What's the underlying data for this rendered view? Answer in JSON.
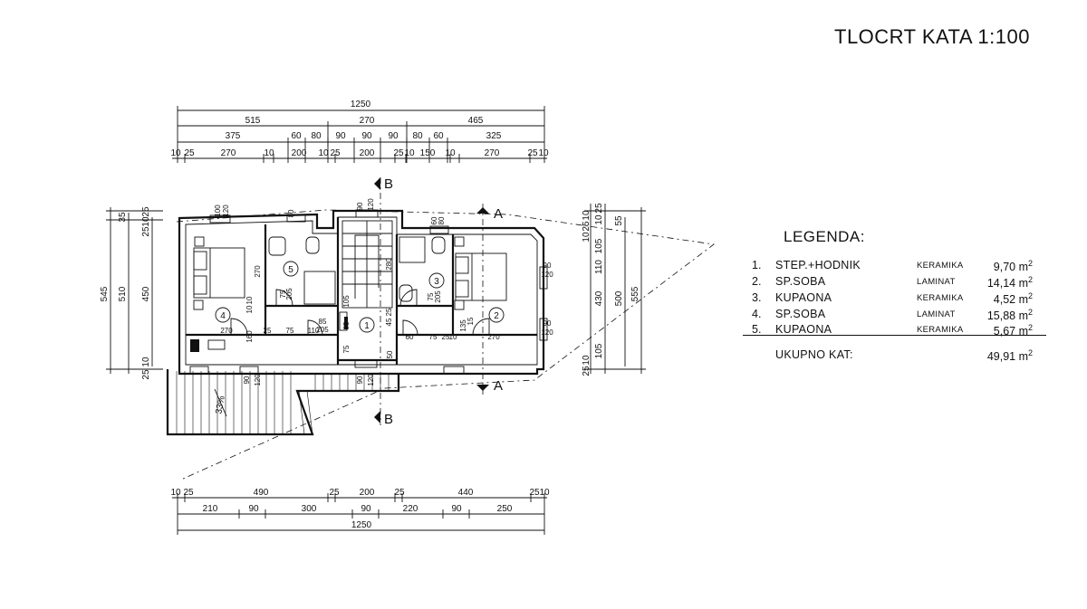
{
  "title": "TLOCRT KATA 1:100",
  "dimensions": {
    "top": {
      "total": "1250",
      "row2": [
        "515",
        "270",
        "465"
      ],
      "row3": [
        "375",
        "60",
        "80",
        "90",
        "90",
        "90",
        "80",
        "60",
        "325"
      ],
      "row4": [
        "10",
        "25",
        "270",
        "10",
        "200",
        "10",
        "25",
        "200",
        "25",
        "10",
        "150",
        "10",
        "270",
        "25",
        "10"
      ]
    },
    "bottom": {
      "row1": [
        "10",
        "25",
        "490",
        "25",
        "200",
        "25",
        "440",
        "25",
        "10"
      ],
      "row2": [
        "210",
        "90",
        "300",
        "90",
        "220",
        "90",
        "250"
      ],
      "total": "1250"
    },
    "left": [
      "545",
      "510",
      "450",
      "35",
      "25",
      "10",
      "25",
      "10",
      "25"
    ],
    "right": [
      "555",
      "500",
      "430",
      "105",
      "110",
      "105",
      "55",
      "25",
      "10",
      "10",
      "25",
      "10",
      "10",
      "25"
    ]
  },
  "plan_labels": {
    "rooms": [
      "1",
      "2",
      "3",
      "4",
      "5"
    ],
    "section_marks": [
      "A",
      "A",
      "B",
      "B"
    ],
    "slope": "33%",
    "interior_dims": [
      "100",
      "120",
      "80",
      "60",
      "90",
      "120",
      "90",
      "60",
      "80",
      "270",
      "270",
      "280",
      "105",
      "85",
      "75",
      "25",
      "45",
      "270",
      "10",
      "10",
      "25",
      "75",
      "110",
      "160",
      "85",
      "205",
      "75",
      "205",
      "60",
      "75",
      "25",
      "10",
      "150",
      "135",
      "15",
      "270",
      "50",
      "90",
      "120",
      "90",
      "120",
      "90",
      "120",
      "90",
      "120",
      "75",
      "205",
      "75",
      "205"
    ]
  },
  "legend": {
    "title": "LEGENDA:",
    "rooms": [
      {
        "num": "1.",
        "name": "STEP.+HODNIK",
        "material": "KERAMIKA",
        "area": "9,70 m",
        "unit": "2"
      },
      {
        "num": "2.",
        "name": "SP.SOBA",
        "material": "LAMINAT",
        "area": "14,14 m",
        "unit": "2"
      },
      {
        "num": "3.",
        "name": "KUPAONA",
        "material": "KERAMIKA",
        "area": "4,52 m",
        "unit": "2"
      },
      {
        "num": "4.",
        "name": "SP.SOBA",
        "material": "LAMINAT",
        "area": "15,88 m",
        "unit": "2"
      },
      {
        "num": "5.",
        "name": "KUPAONA",
        "material": "KERAMIKA",
        "area": "5,67 m",
        "unit": "2"
      }
    ],
    "total_label": "UKUPNO KAT:",
    "total_area": "49,91 m",
    "total_unit": "2"
  }
}
